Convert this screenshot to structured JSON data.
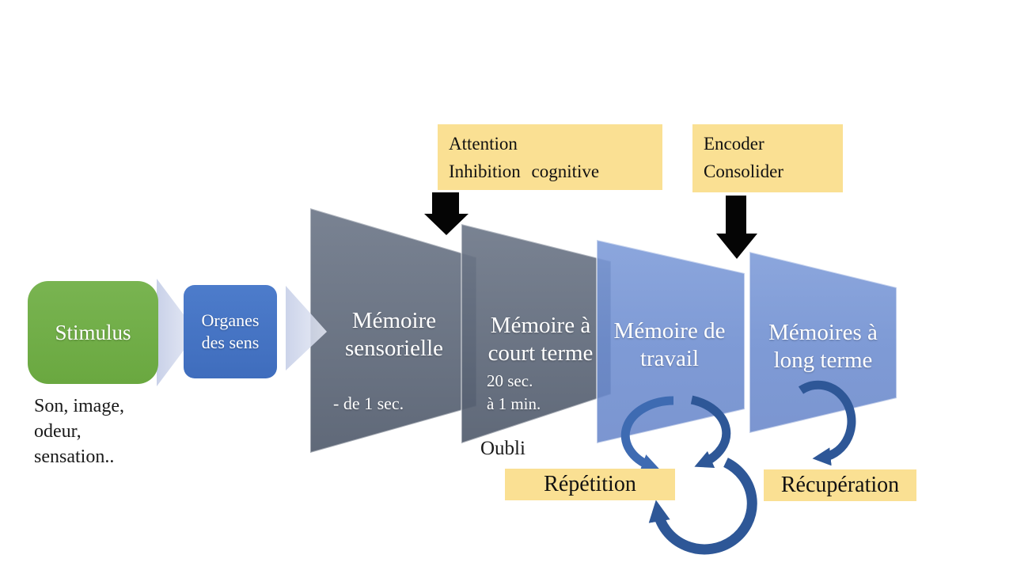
{
  "colors": {
    "stimulus_green": "#70AD47",
    "organes_blue": "#4472C4",
    "gray_trapezoid": "#6B7585",
    "blue_trapezoid": "#7E9CD6",
    "label_yellow": "#FAE093",
    "curved_arrow_navy": "#2E5797",
    "flow_chevron_lavender": "#CCD4EA",
    "down_arrow_black": "#050505"
  },
  "stimulus": {
    "label": "Stimulus"
  },
  "stimulus_caption": {
    "line1": "Son, image,",
    "line2": "odeur,",
    "line3": "sensation.."
  },
  "organes": {
    "line1": "Organes",
    "line2": "des sens"
  },
  "stages": [
    {
      "title1": "Mémoire",
      "title2": "sensorielle",
      "note1": "- de 1 sec.",
      "note2": ""
    },
    {
      "title1": "Mémoire à",
      "title2": "court terme",
      "note1": "20 sec.",
      "note2": "à 1 min."
    },
    {
      "title1": "Mémoire de",
      "title2": "travail",
      "note1": "",
      "note2": ""
    },
    {
      "title1": "Mémoires à",
      "title2": "long terme",
      "note1": "",
      "note2": ""
    }
  ],
  "top_labels": {
    "attention": {
      "line1": "Attention",
      "line2": "Inhibition cognitive"
    },
    "encode": {
      "line1": "Encoder",
      "line2": "Consolider"
    }
  },
  "bottom_labels": {
    "oubli": "Oubli",
    "repetition": "Répétition",
    "recuperation": "Récupération"
  }
}
